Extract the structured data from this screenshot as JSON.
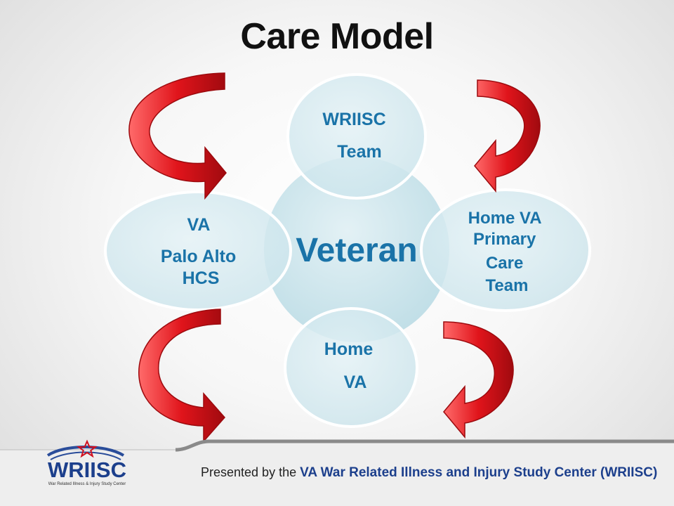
{
  "title": "Care Model",
  "center": {
    "label": "Veteran"
  },
  "nodes": {
    "top": [
      "WRIISC",
      "Team"
    ],
    "right": [
      "Home VA",
      "Primary",
      "Care",
      "Team"
    ],
    "bottom": [
      "Home",
      "VA"
    ],
    "left": [
      "VA",
      "Palo Alto",
      "HCS"
    ]
  },
  "footer": {
    "prefix": "Presented by the ",
    "org": "VA War Related Illness and Injury Study Center (WRIISC)"
  },
  "logo": {
    "word": "WRIISC",
    "tagline": "War Related Illness & Injury Study Center"
  },
  "colors": {
    "accent_red": "#e0141b",
    "node_fill": "#d6ecf1",
    "center_fill": "#cfe6ec",
    "text_blue": "#1a73a8",
    "navy": "#1c3f8c"
  }
}
